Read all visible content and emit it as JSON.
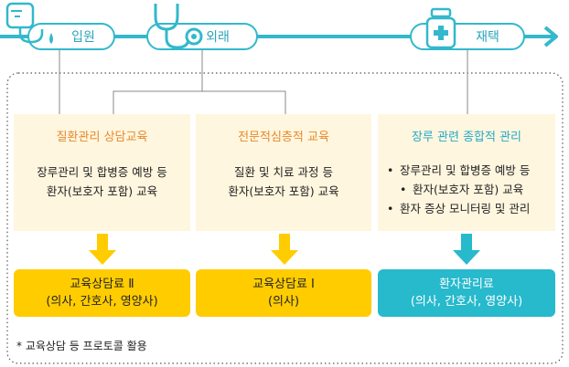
{
  "stages": {
    "inpatient": "입원",
    "outpatient": "외래",
    "home": "재택"
  },
  "panels": [
    {
      "title": "질환관리 상담교육",
      "lines": [
        "장루관리 및 합병증 예방 등",
        "환자(보호자 포함) 교육"
      ]
    },
    {
      "title": "전문적심층적 교육",
      "lines": [
        "질환 및 치료 과정 등",
        "환자(보호자 포함) 교육"
      ]
    },
    {
      "title": "장루 관련 종합적 관리",
      "bullets": [
        "장루관리 및 합병증 예방 등",
        "환자(보호자 포함) 교육",
        "환자 증상 모니터링 및 관리"
      ]
    }
  ],
  "fees": [
    {
      "name": "교육상담료 Ⅱ",
      "who": "(의사, 간호사, 영양사)"
    },
    {
      "name": "교육상담료 Ⅰ",
      "who": "(의사)"
    },
    {
      "name": "환자관리료",
      "who": "(의사, 간호사, 영양사)"
    }
  ],
  "footnote": "* 교육상담 등 프로토콜 활용",
  "colors": {
    "teal": "#33b8cc",
    "orange_title": "#e8892c",
    "panel_bg": "#fff6df",
    "fee_yellow": "#ffcc00",
    "fee_teal": "#27b9cc"
  },
  "icons": [
    "iv-bag-icon",
    "stethoscope-icon",
    "medicine-bottle-icon"
  ]
}
